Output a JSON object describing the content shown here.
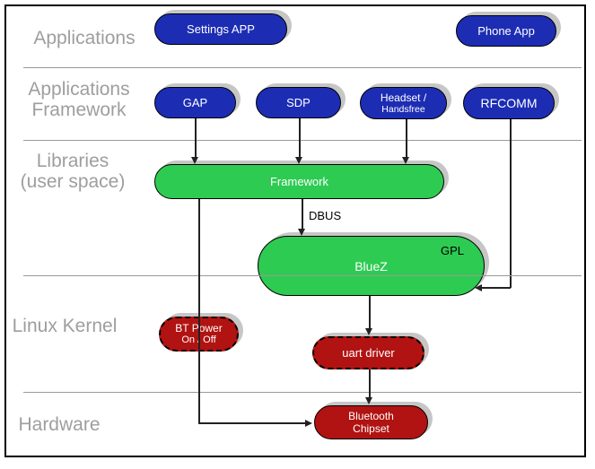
{
  "layers": {
    "applications": {
      "line1": "Applications"
    },
    "applications_framework": {
      "line1": "Applications",
      "line2": "Framework"
    },
    "libraries": {
      "line1": "Libraries",
      "line2": "(user space)"
    },
    "linux_kernel": {
      "line1": "Linux Kernel"
    },
    "hardware": {
      "line1": "Hardware"
    }
  },
  "nodes": {
    "settings_app": {
      "label": "Settings APP"
    },
    "phone_app": {
      "label": "Phone App"
    },
    "gap": {
      "label": "GAP"
    },
    "sdp": {
      "label": "SDP"
    },
    "headset": {
      "line1": "Headset /",
      "line2": "Handsfree"
    },
    "rfcomm": {
      "label": "RFCOMM"
    },
    "framework": {
      "label": "Framework"
    },
    "bluez": {
      "label": "BlueZ",
      "tag": "GPL"
    },
    "bt_power": {
      "line1": "BT Power",
      "line2": "On / Off"
    },
    "uart_driver": {
      "label": "uart driver"
    },
    "bluetooth_chipset": {
      "line1": "Bluetooth",
      "line2": "Chipset"
    }
  },
  "edge_labels": {
    "dbus": "DBUS"
  },
  "colors": {
    "app-blue": "#1c2db4",
    "lib-green": "#2ecb52",
    "kernel-red": "#b01311",
    "shadow-gray": "#c6c6c6",
    "label-gray": "#9e9e9e",
    "line-gray": "#999999",
    "connector": "#222222"
  }
}
